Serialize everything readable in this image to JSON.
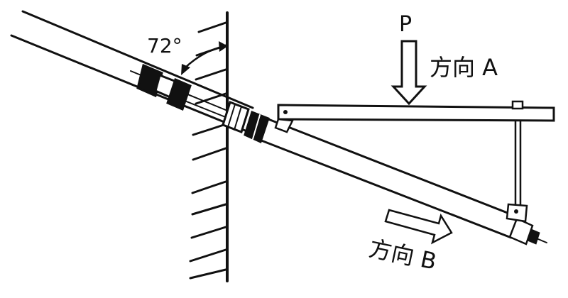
{
  "labels": {
    "angle": "72°",
    "force": "P",
    "direction_a": "方向 A",
    "direction_b": "方向 B"
  }
}
